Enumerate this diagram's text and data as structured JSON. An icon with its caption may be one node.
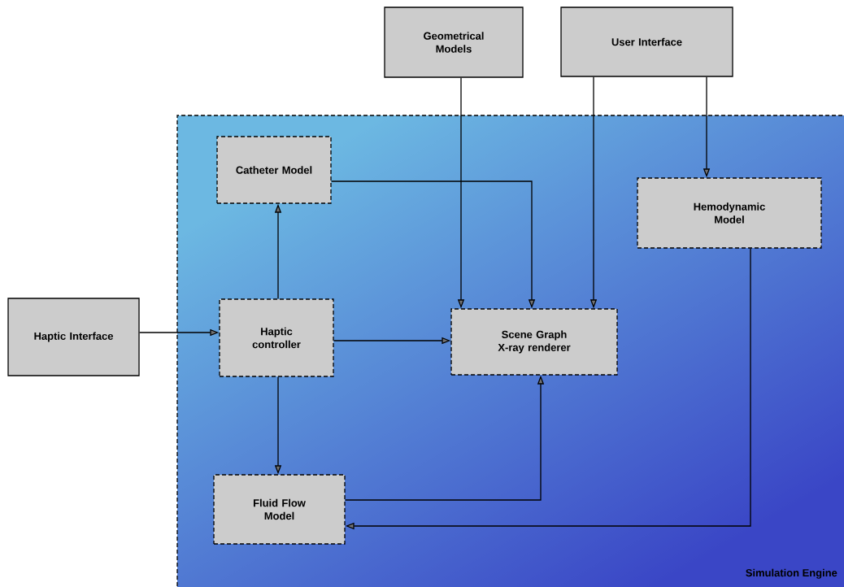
{
  "diagram": {
    "nodes": [
      {
        "text": [
          "Simulation Engine"
        ]
      },
      {
        "text": [
          "Geometrical Models"
        ]
      },
      {
        "text": [
          "User Interface"
        ]
      },
      {
        "text": [
          "Catheter Model"
        ],
        "in": 0
      },
      {
        "text": [
          "Hemodynamic Model"
        ],
        "in": 0
      },
      {
        "text": [
          "Haptic Interface"
        ]
      },
      {
        "text": [
          "Haptic controller"
        ],
        "in": 0
      },
      {
        "text": [
          "Scene Graph X-ray renderer"
        ],
        "in": 0
      },
      {
        "text": [
          "Fluid Flow Model"
        ],
        "in": 0
      }
    ],
    "edges": [
      {
        "from": 1,
        "to": 7,
        "arrow": "to"
      },
      {
        "from": 2,
        "to": 7,
        "arrow": "to"
      },
      {
        "from": 2,
        "to": 4,
        "arrow": "to"
      },
      {
        "from": 3,
        "to": 7,
        "arrow": "to"
      },
      {
        "from": 6,
        "to": 3,
        "arrow": "to"
      },
      {
        "from": 5,
        "to": 6,
        "arrow": "to"
      },
      {
        "from": 6,
        "to": 7,
        "arrow": "to"
      },
      {
        "from": 6,
        "to": 8,
        "arrow": "to"
      },
      {
        "from": 8,
        "to": 7,
        "arrow": "to"
      },
      {
        "from": 4,
        "to": 8,
        "arrow": "to"
      }
    ]
  }
}
